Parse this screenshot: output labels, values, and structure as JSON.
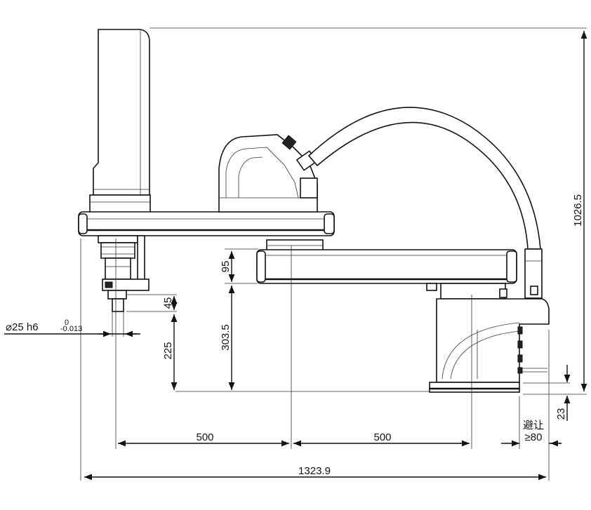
{
  "drawing": {
    "dimensions": {
      "total_height": "1026.5",
      "total_width": "1323.9",
      "arm1_length": "500",
      "arm2_length": "500",
      "arm_thickness": "95",
      "stroke_303": "303.5",
      "stroke_225": "225",
      "tool_45": "45",
      "base_offset": "23",
      "clearance_label": "避让",
      "clearance_value": "≥80"
    },
    "shaft": {
      "diameter": "⌀25 h6",
      "tol_upper": "0",
      "tol_lower": "-0.013"
    }
  }
}
